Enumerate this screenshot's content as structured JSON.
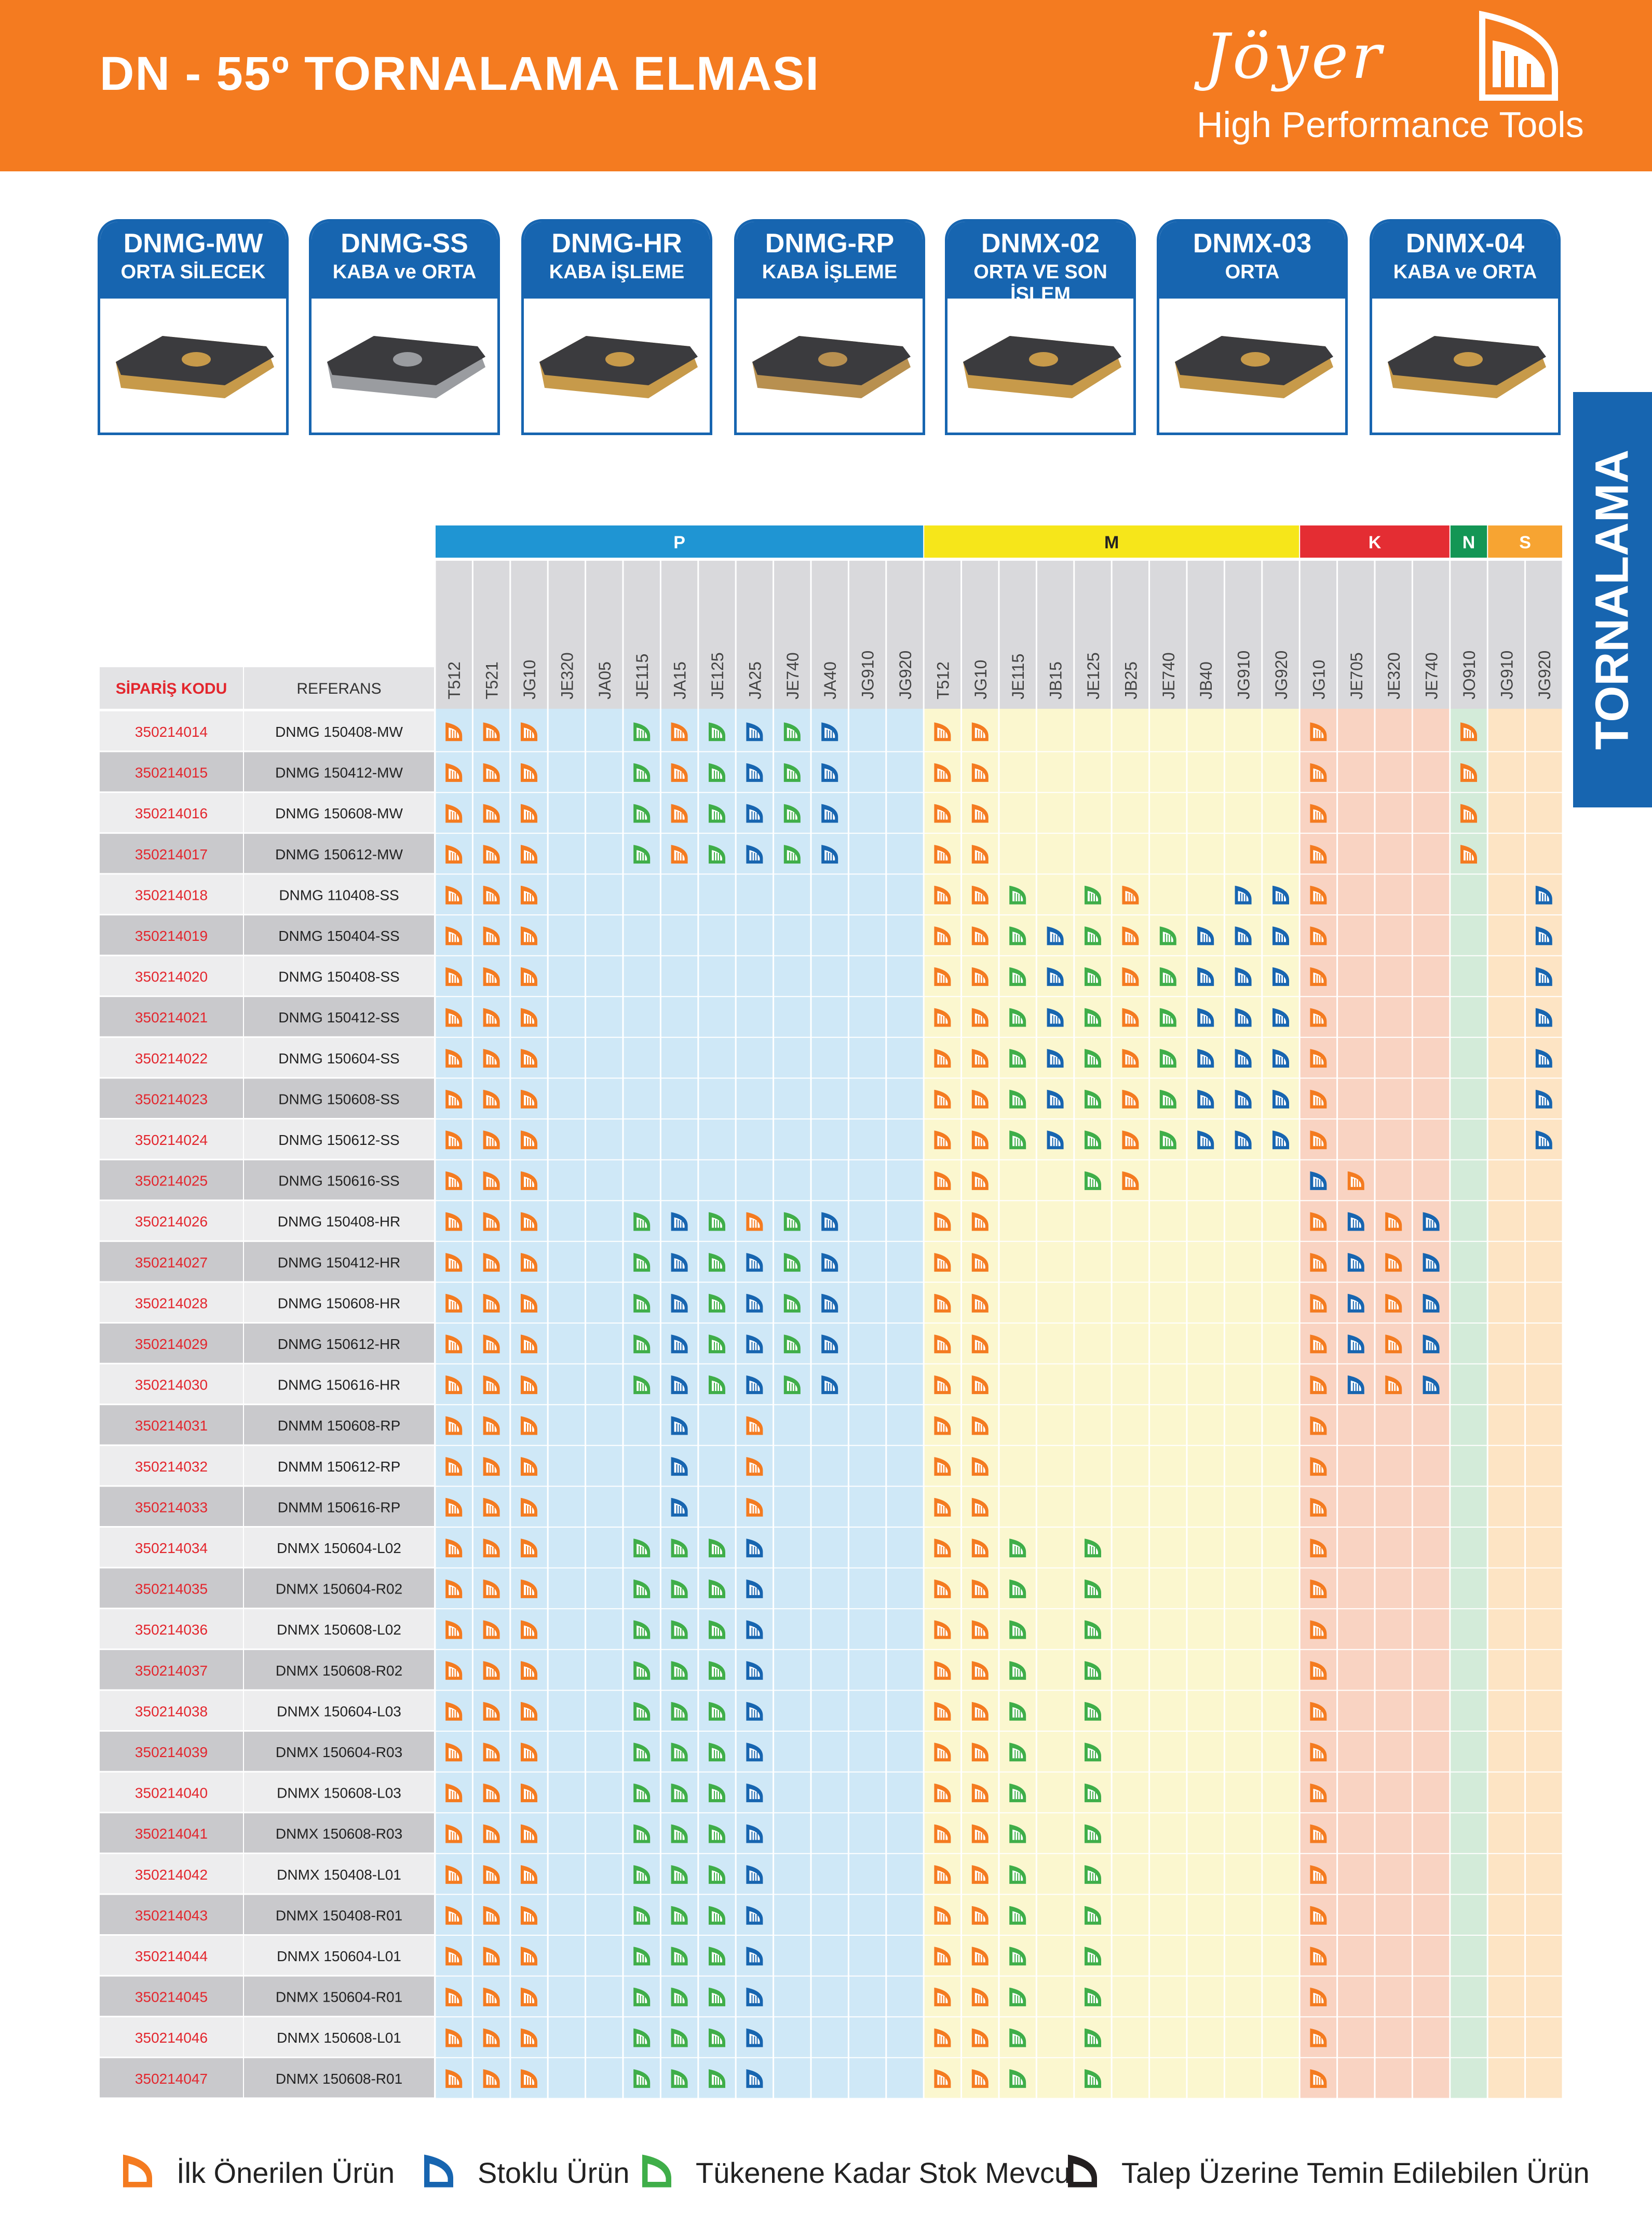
{
  "header": {
    "title": "DN - 55º TORNALAMA ELMASI",
    "brand": "Jöyer",
    "tagline": "High Performance Tools"
  },
  "side_tab": "TORNALAMA",
  "colors": {
    "orange": "#f47b20",
    "blue": "#1765b0",
    "green": "#3fae49",
    "black": "#231f20",
    "P": "#1f95d3",
    "M": "#f6e61a",
    "K": "#e42d33",
    "N": "#139655",
    "S": "#f7a432"
  },
  "cards": [
    {
      "name": "DNMG-MW",
      "sub": "ORTA SİLECEK",
      "color": "#c79a4a"
    },
    {
      "name": "DNMG-SS",
      "sub": "KABA ve ORTA",
      "color": "#9a9ca0"
    },
    {
      "name": "DNMG-HR",
      "sub": "KABA İŞLEME",
      "color": "#c79a4a"
    },
    {
      "name": "DNMG-RP",
      "sub": "KABA İŞLEME",
      "color": "#b89050"
    },
    {
      "name": "DNMX-02",
      "sub": "ORTA VE SON İŞLEM",
      "color": "#c79a4a"
    },
    {
      "name": "DNMX-03",
      "sub": "ORTA",
      "color": "#c79a4a"
    },
    {
      "name": "DNMX-04",
      "sub": "KABA ve ORTA",
      "color": "#c79a4a"
    }
  ],
  "table": {
    "col_code": "SİPARİŞ KODU",
    "col_ref": "REFERANS",
    "groups": [
      {
        "label": "P",
        "grades": [
          "T512",
          "T521",
          "JG10",
          "JE320",
          "JA05",
          "JE115",
          "JA15",
          "JE125",
          "JA25",
          "JE740",
          "JA40",
          "JG910",
          "JG920"
        ]
      },
      {
        "label": "M",
        "grades": [
          "T512",
          "JG10",
          "JE115",
          "JB15",
          "JE125",
          "JB25",
          "JE740",
          "JB40",
          "JG910",
          "JG920"
        ]
      },
      {
        "label": "K",
        "grades": [
          "JG10",
          "JE705",
          "JE320",
          "JE740"
        ]
      },
      {
        "label": "N",
        "grades": [
          "JO910"
        ]
      },
      {
        "label": "S",
        "grades": [
          "JG910",
          "JG920"
        ]
      }
    ],
    "status_key": "O = İlk Önerilen Ürün, B = Stoklu Ürün, G = Tükenene Kadar Stok Mevcut, K = Talep Üzerine Temin Edilebilen Ürün",
    "rows": [
      {
        "code": "350214014",
        "ref": "DNMG 150408-MW",
        "marks": "OOO..GOGBGB..OO........O...O....."
      },
      {
        "code": "350214015",
        "ref": "DNMG 150412-MW",
        "marks": "OOO..GOGBGB..OO........O...O....."
      },
      {
        "code": "350214016",
        "ref": "DNMG 150608-MW",
        "marks": "OOO..GOGBGB..OO........O...O....."
      },
      {
        "code": "350214017",
        "ref": "DNMG 150612-MW",
        "marks": "OOO..GOGBGB..OO........O...O....."
      },
      {
        "code": "350214018",
        "ref": "DNMG 110408-SS",
        "marks": "OOO..........OOG.GO..BBO.....BO"
      },
      {
        "code": "350214019",
        "ref": "DNMG 150404-SS",
        "marks": "OOO..........OOGBGOGBBBO.....BO"
      },
      {
        "code": "350214020",
        "ref": "DNMG 150408-SS",
        "marks": "OOO..........OOGBGOGBBBO.....BO"
      },
      {
        "code": "350214021",
        "ref": "DNMG 150412-SS",
        "marks": "OOO..........OOGBGOGBBBO.....BO"
      },
      {
        "code": "350214022",
        "ref": "DNMG 150604-SS",
        "marks": "OOO..........OOGBGOGBBBO.....BO"
      },
      {
        "code": "350214023",
        "ref": "DNMG 150608-SS",
        "marks": "OOO..........OOGBGOGBBBO.....BO"
      },
      {
        "code": "350214024",
        "ref": "DNMG 150612-SS",
        "marks": "OOO..........OOGBGOGBBBO.....BO"
      },
      {
        "code": "350214025",
        "ref": "DNMG 150616-SS",
        "marks": "OOO..........OO..GO....BO......O"
      },
      {
        "code": "350214026",
        "ref": "DNMG 150408-HR",
        "marks": "OOO..GBGOGB..OO........OBOB...."
      },
      {
        "code": "350214027",
        "ref": "DNMG 150412-HR",
        "marks": "OOO..GBGBGB..OO........OBOB...."
      },
      {
        "code": "350214028",
        "ref": "DNMG 150608-HR",
        "marks": "OOO..GBGBGB..OO........OBOB...."
      },
      {
        "code": "350214029",
        "ref": "DNMG 150612-HR",
        "marks": "OOO..GBGBGB..OO........OBOB...."
      },
      {
        "code": "350214030",
        "ref": "DNMG 150616-HR",
        "marks": "OOO..GBGBGB..OO........OBOB...."
      },
      {
        "code": "350214031",
        "ref": "DNMM 150608-RP",
        "marks": "OOO...B.O....OO........O......."
      },
      {
        "code": "350214032",
        "ref": "DNMM 150612-RP",
        "marks": "OOO...B.O....OO........O......."
      },
      {
        "code": "350214033",
        "ref": "DNMM 150616-RP",
        "marks": "OOO...B.O....OO........O......."
      },
      {
        "code": "350214034",
        "ref": "DNMX 150604-L02",
        "marks": "OOO..GGGB....OOG.G.....O......."
      },
      {
        "code": "350214035",
        "ref": "DNMX 150604-R02",
        "marks": "OOO..GGGB....OOG.G.....O......."
      },
      {
        "code": "350214036",
        "ref": "DNMX 150608-L02",
        "marks": "OOO..GGGB....OOG.G.....O......."
      },
      {
        "code": "350214037",
        "ref": "DNMX 150608-R02",
        "marks": "OOO..GGGB....OOG.G.....O......."
      },
      {
        "code": "350214038",
        "ref": "DNMX 150604-L03",
        "marks": "OOO..GGGB....OOG.G.....O......."
      },
      {
        "code": "350214039",
        "ref": "DNMX 150604-R03",
        "marks": "OOO..GGGB....OOG.G.....O......."
      },
      {
        "code": "350214040",
        "ref": "DNMX 150608-L03",
        "marks": "OOO..GGGB....OOG.G.....O......."
      },
      {
        "code": "350214041",
        "ref": "DNMX 150608-R03",
        "marks": "OOO..GGGB....OOG.G.....O......."
      },
      {
        "code": "350214042",
        "ref": "DNMX 150408-L01",
        "marks": "OOO..GGGB....OOG.G.....O......."
      },
      {
        "code": "350214043",
        "ref": "DNMX 150408-R01",
        "marks": "OOO..GGGB....OOG.G.....O......."
      },
      {
        "code": "350214044",
        "ref": "DNMX 150604-L01",
        "marks": "OOO..GGGB....OOG.G.....O......."
      },
      {
        "code": "350214045",
        "ref": "DNMX 150604-R01",
        "marks": "OOO..GGGB....OOG.G.....O......."
      },
      {
        "code": "350214046",
        "ref": "DNMX 150608-L01",
        "marks": "OOO..GGGB....OOG.G.....O......."
      },
      {
        "code": "350214047",
        "ref": "DNMX 150608-R01",
        "marks": "OOO..GGGB....OOG.G.....O......."
      }
    ]
  },
  "legend": [
    {
      "status": "O",
      "label": "İlk Önerilen Ürün"
    },
    {
      "status": "B",
      "label": "Stoklu Ürün"
    },
    {
      "status": "G",
      "label": "Tükenene Kadar Stok Mevcut"
    },
    {
      "status": "K",
      "label": "Talep Üzerine Temin Edilebilen Ürün"
    }
  ]
}
